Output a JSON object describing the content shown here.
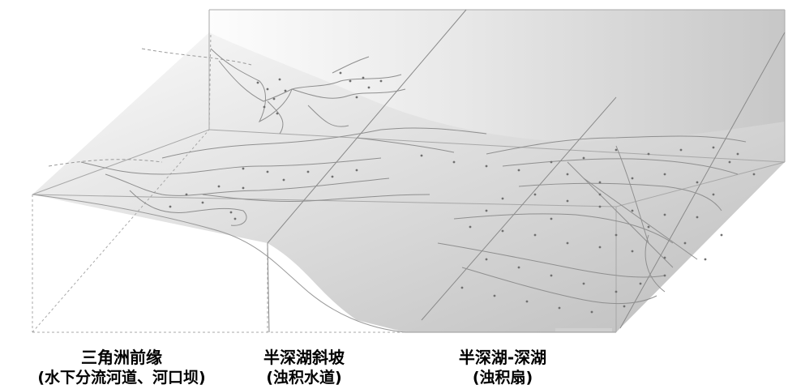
{
  "zones": [
    {
      "name": "三角洲前缘",
      "sub": "(水下分流河道、河口坝)"
    },
    {
      "name": "半深湖斜坡",
      "sub": "(浊积水道)"
    },
    {
      "name": "半深湖-深湖",
      "sub": "(浊积扇)"
    }
  ]
}
